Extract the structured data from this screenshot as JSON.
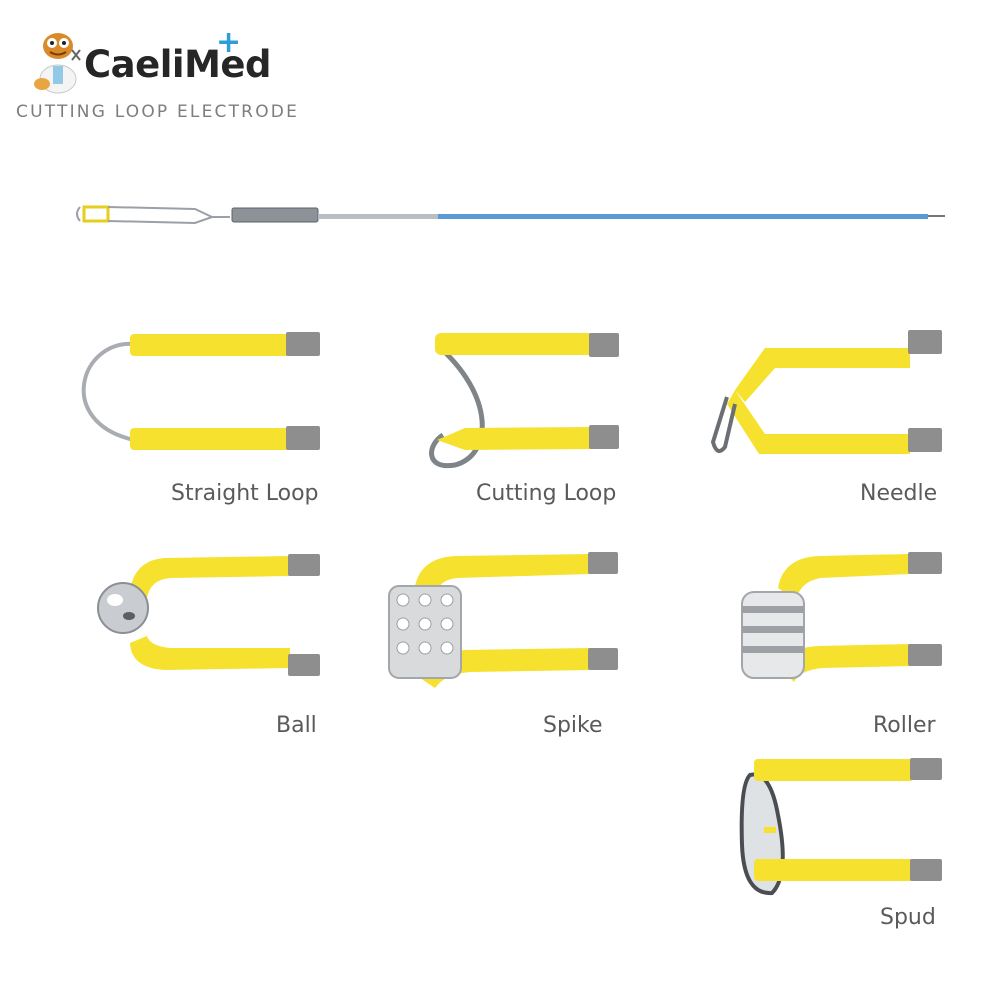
{
  "brand": {
    "name": "CaeliMed",
    "plus_symbol": "+",
    "accent_color": "#2f9ed8",
    "mascot": "cartoon-doctor-mascot-icon"
  },
  "product": {
    "title": "CUTTING LOOP ELECTRODE"
  },
  "colors": {
    "insulation": "#f5e12e",
    "shaft": "#5b9bd5",
    "metal": "#9aa0a6"
  },
  "electrode_tips": [
    {
      "label": "Straight Loop"
    },
    {
      "label": "Cutting Loop"
    },
    {
      "label": "Needle"
    },
    {
      "label": "Ball"
    },
    {
      "label": "Spike"
    },
    {
      "label": "Roller"
    },
    {
      "label": "Spud"
    }
  ]
}
